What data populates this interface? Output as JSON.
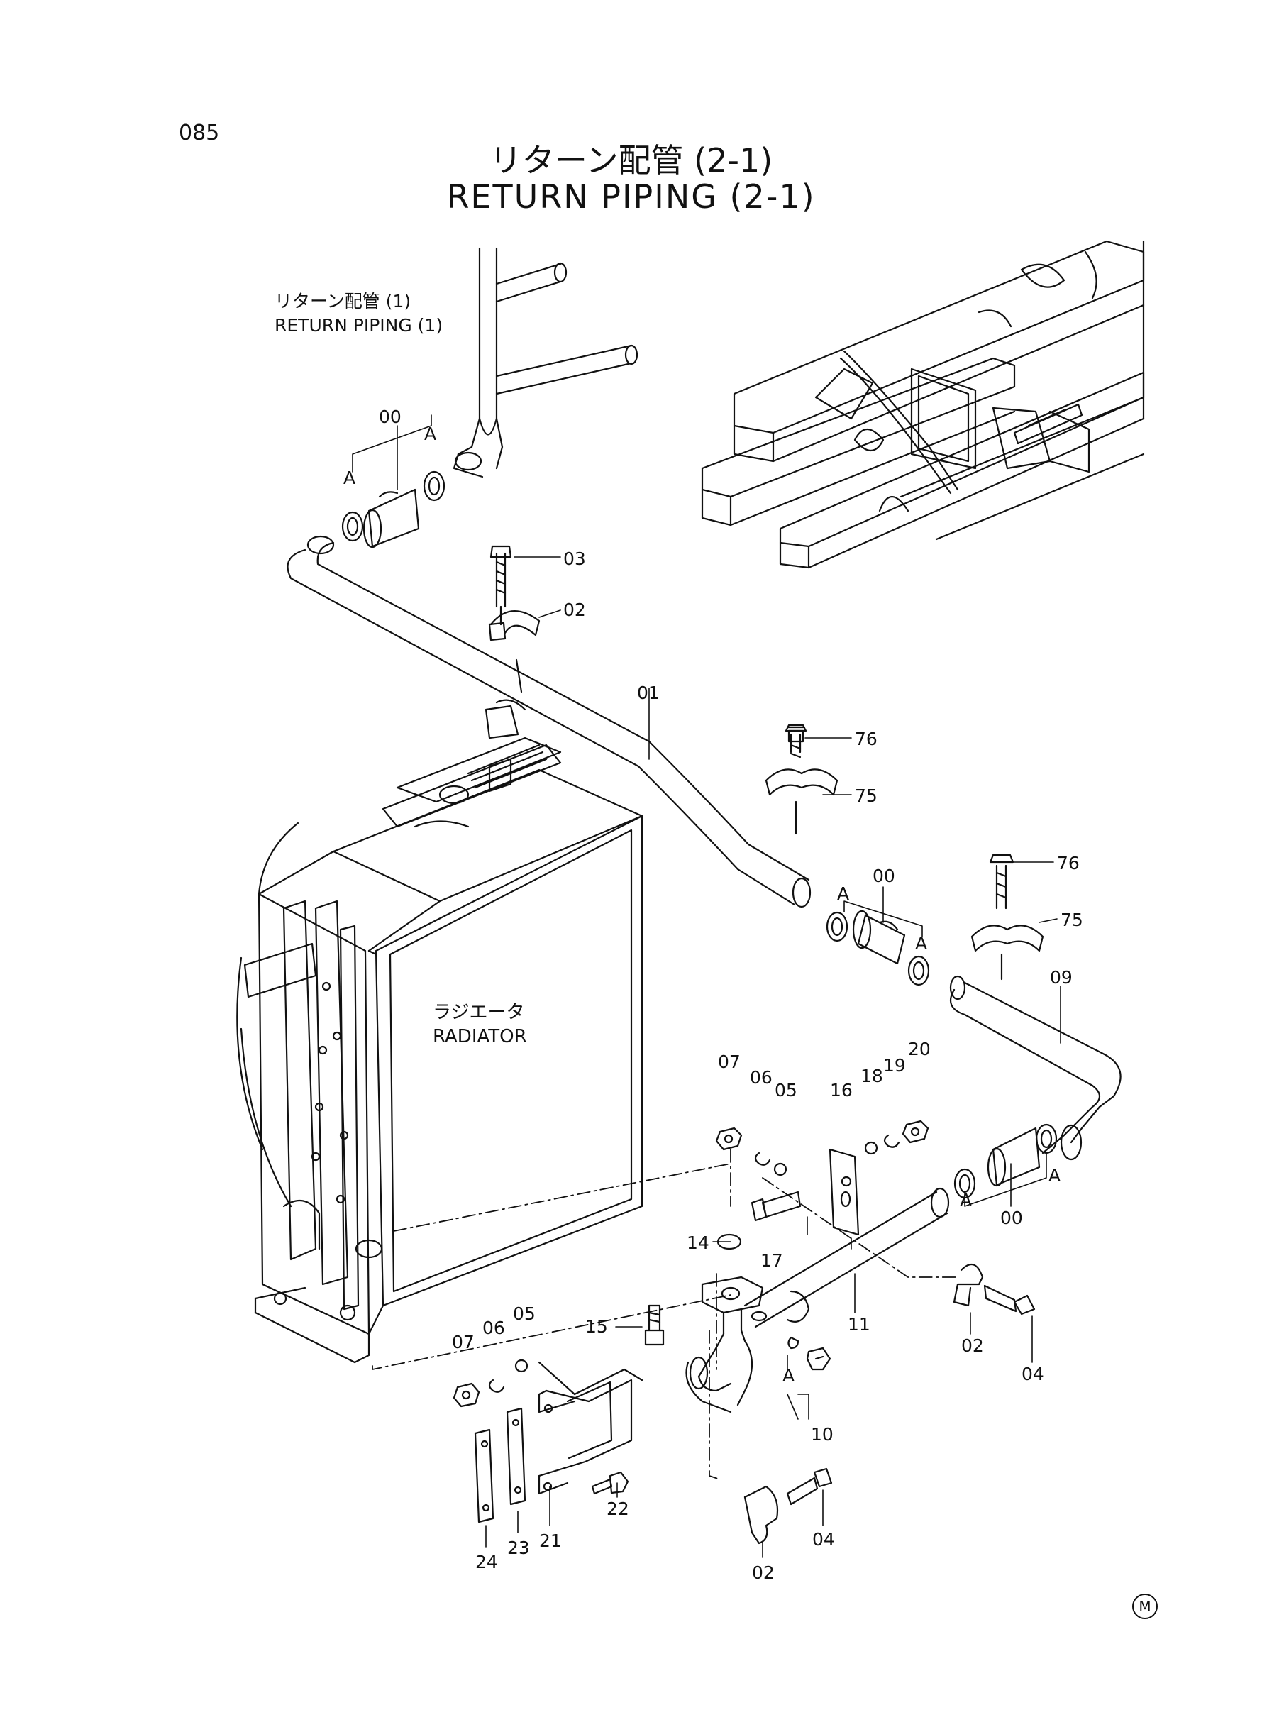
{
  "page": {
    "number": "085",
    "mark": "M"
  },
  "title": {
    "jp": "リターン配管 (2-1)",
    "en": "RETURN PIPING (2-1)"
  },
  "ref_label": {
    "jp": "リターン配管 (1)",
    "en": "RETURN PIPING (1)"
  },
  "radiator_label": {
    "jp": "ラジエータ",
    "en": "RADIATOR"
  },
  "part_labels": [
    "00",
    "A",
    "A",
    "03",
    "02",
    "01",
    "76",
    "75",
    "00",
    "A",
    "A",
    "76",
    "75",
    "09",
    "07",
    "06",
    "05",
    "16",
    "18",
    "19",
    "20",
    "A",
    "00",
    "A",
    "14",
    "17",
    "11",
    "02",
    "04",
    "15",
    "05",
    "06",
    "07",
    "A",
    "10",
    "22",
    "21",
    "23",
    "24",
    "04",
    "02"
  ]
}
